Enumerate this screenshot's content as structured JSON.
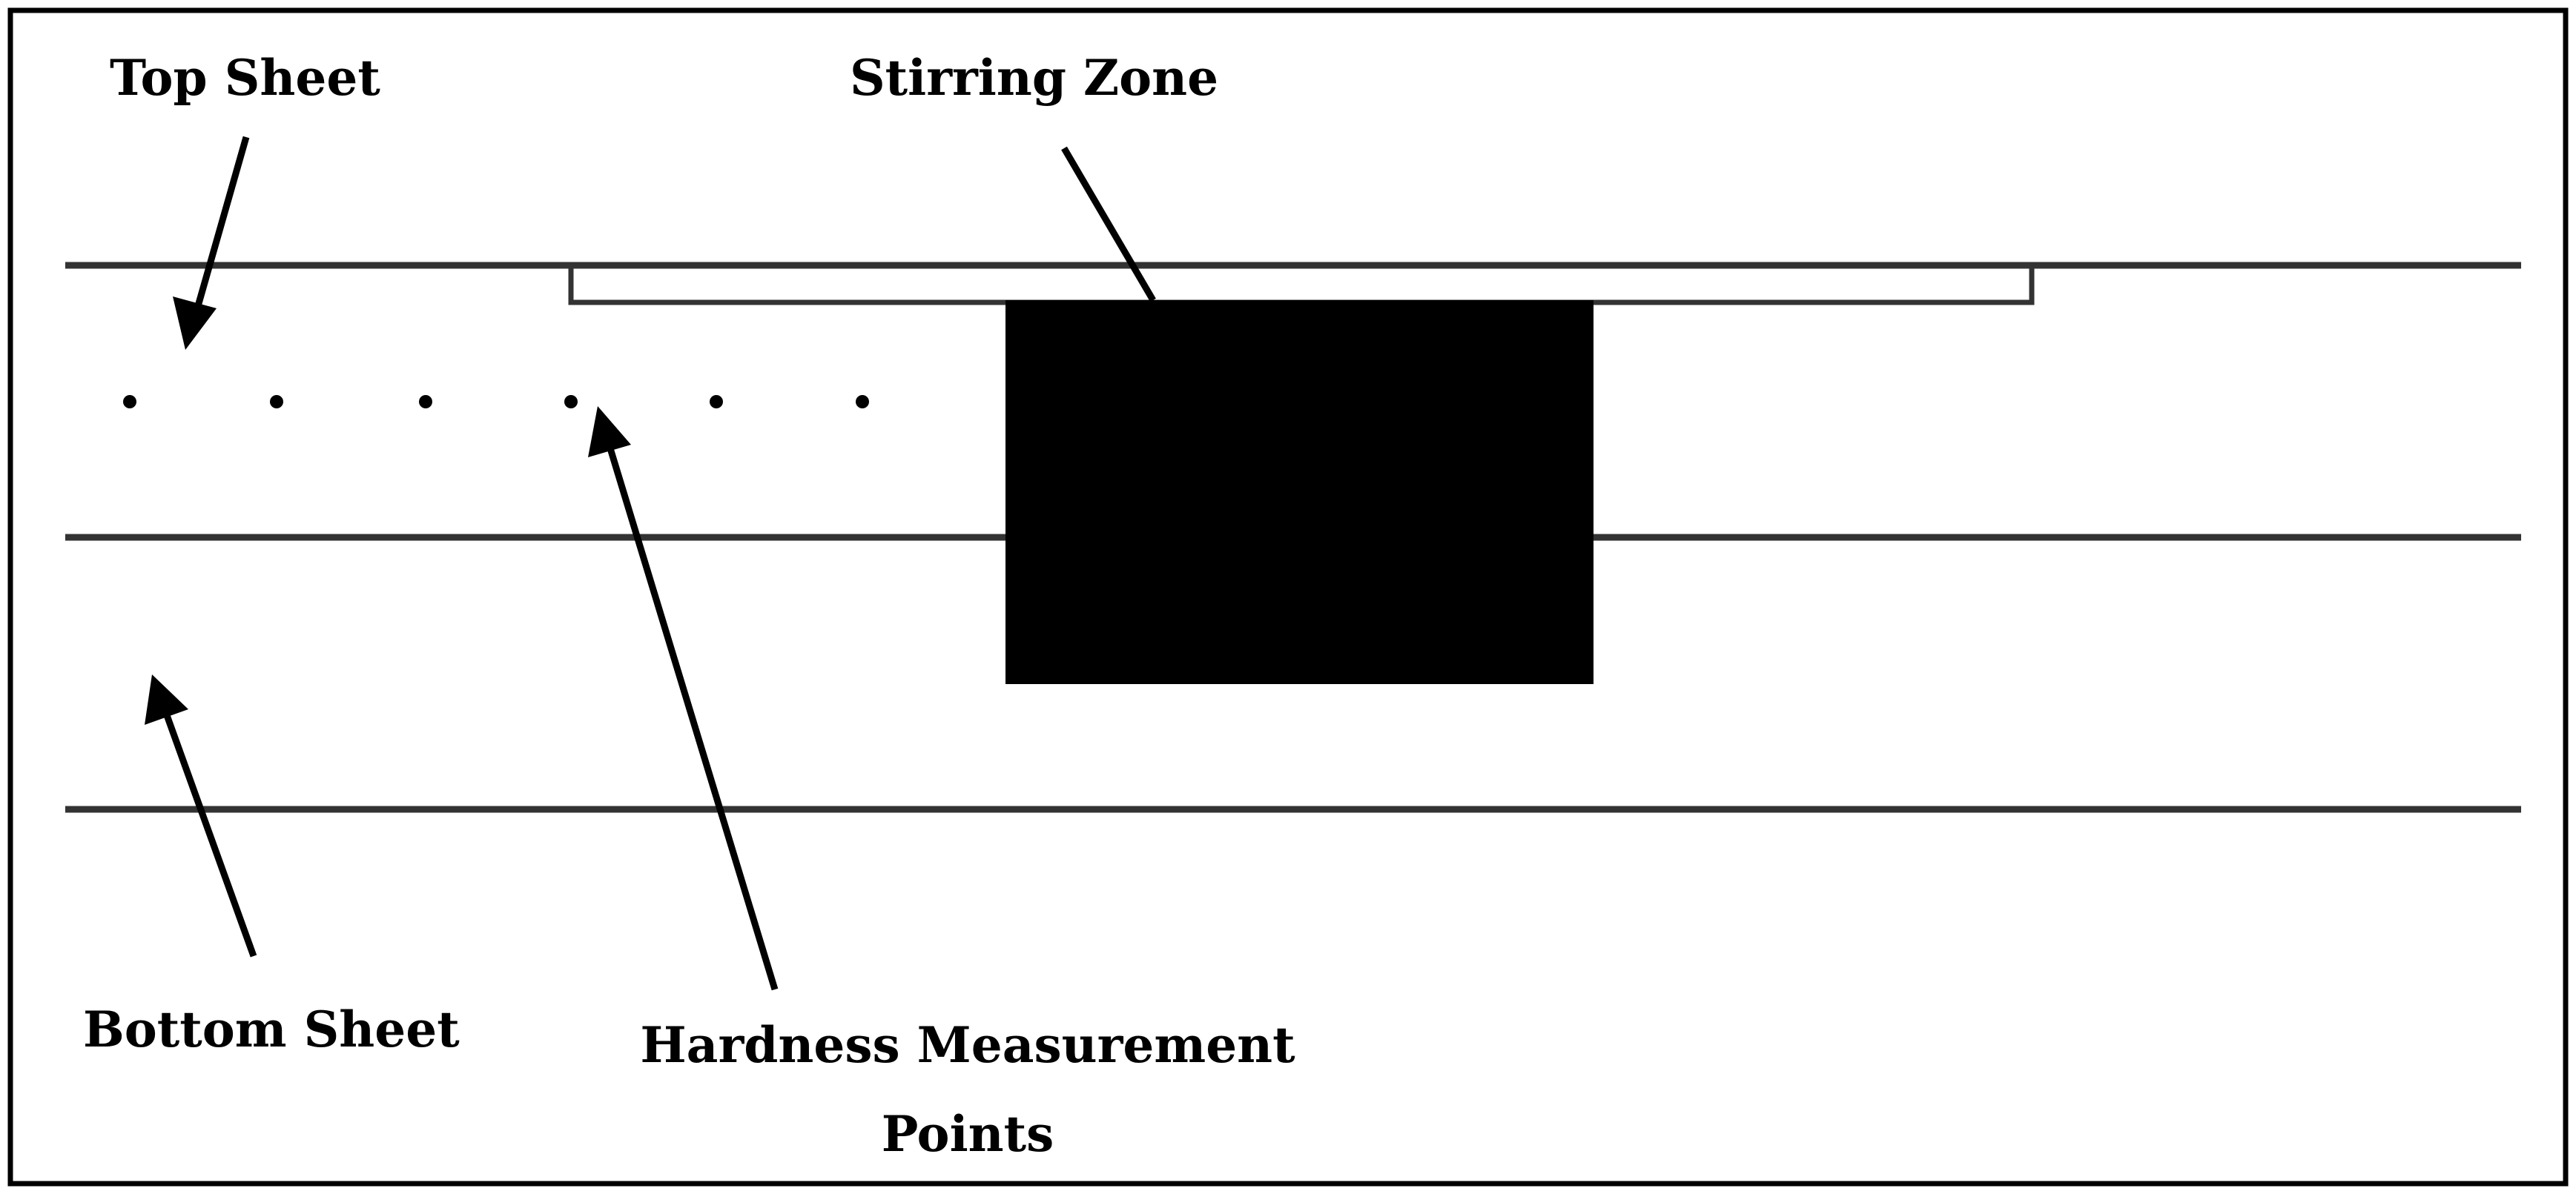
{
  "labels": {
    "top_sheet": "Top Sheet",
    "stirring_zone": "Stirring Zone",
    "bottom_sheet": "Bottom Sheet",
    "hardness_line1": "Hardness Measurement",
    "hardness_line2": "Points"
  },
  "measurement_points": {
    "count": 6
  },
  "colors": {
    "frame": "#000000",
    "sheet_line": "#333333",
    "stir_zone_fill": "#000000",
    "text": "#000000",
    "background": "#ffffff"
  }
}
